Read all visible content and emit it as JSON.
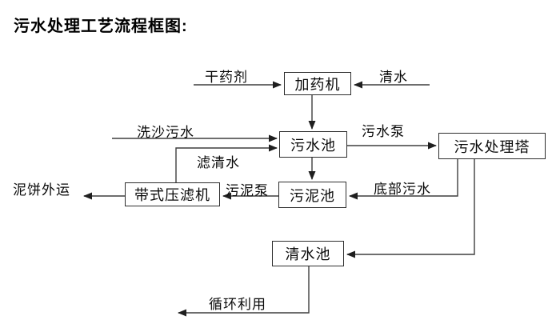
{
  "title": "污水处理工艺流程框图:",
  "nodes": {
    "dosing_machine": "加药机",
    "sewage_pool": "污水池",
    "treatment_tower": "污水处理塔",
    "belt_filter_press": "带式压滤机",
    "sludge_pool": "污泥池",
    "clean_water_pool": "清水池"
  },
  "edge_labels": {
    "dry_agent": "干药剂",
    "clean_water": "清水",
    "sand_washing_sewage": "洗沙污水",
    "sewage_pump": "污水泵",
    "filtered_water": "滤清水",
    "sludge_pump": "污泥泵",
    "bottom_sewage": "底部污水",
    "mud_cake_out": "泥饼外运",
    "recycle": "循环利用"
  },
  "colors": {
    "background": "#ffffff",
    "line": "#3f3f3f",
    "arrowhead": "#1f1f1f",
    "text": "#000000"
  }
}
